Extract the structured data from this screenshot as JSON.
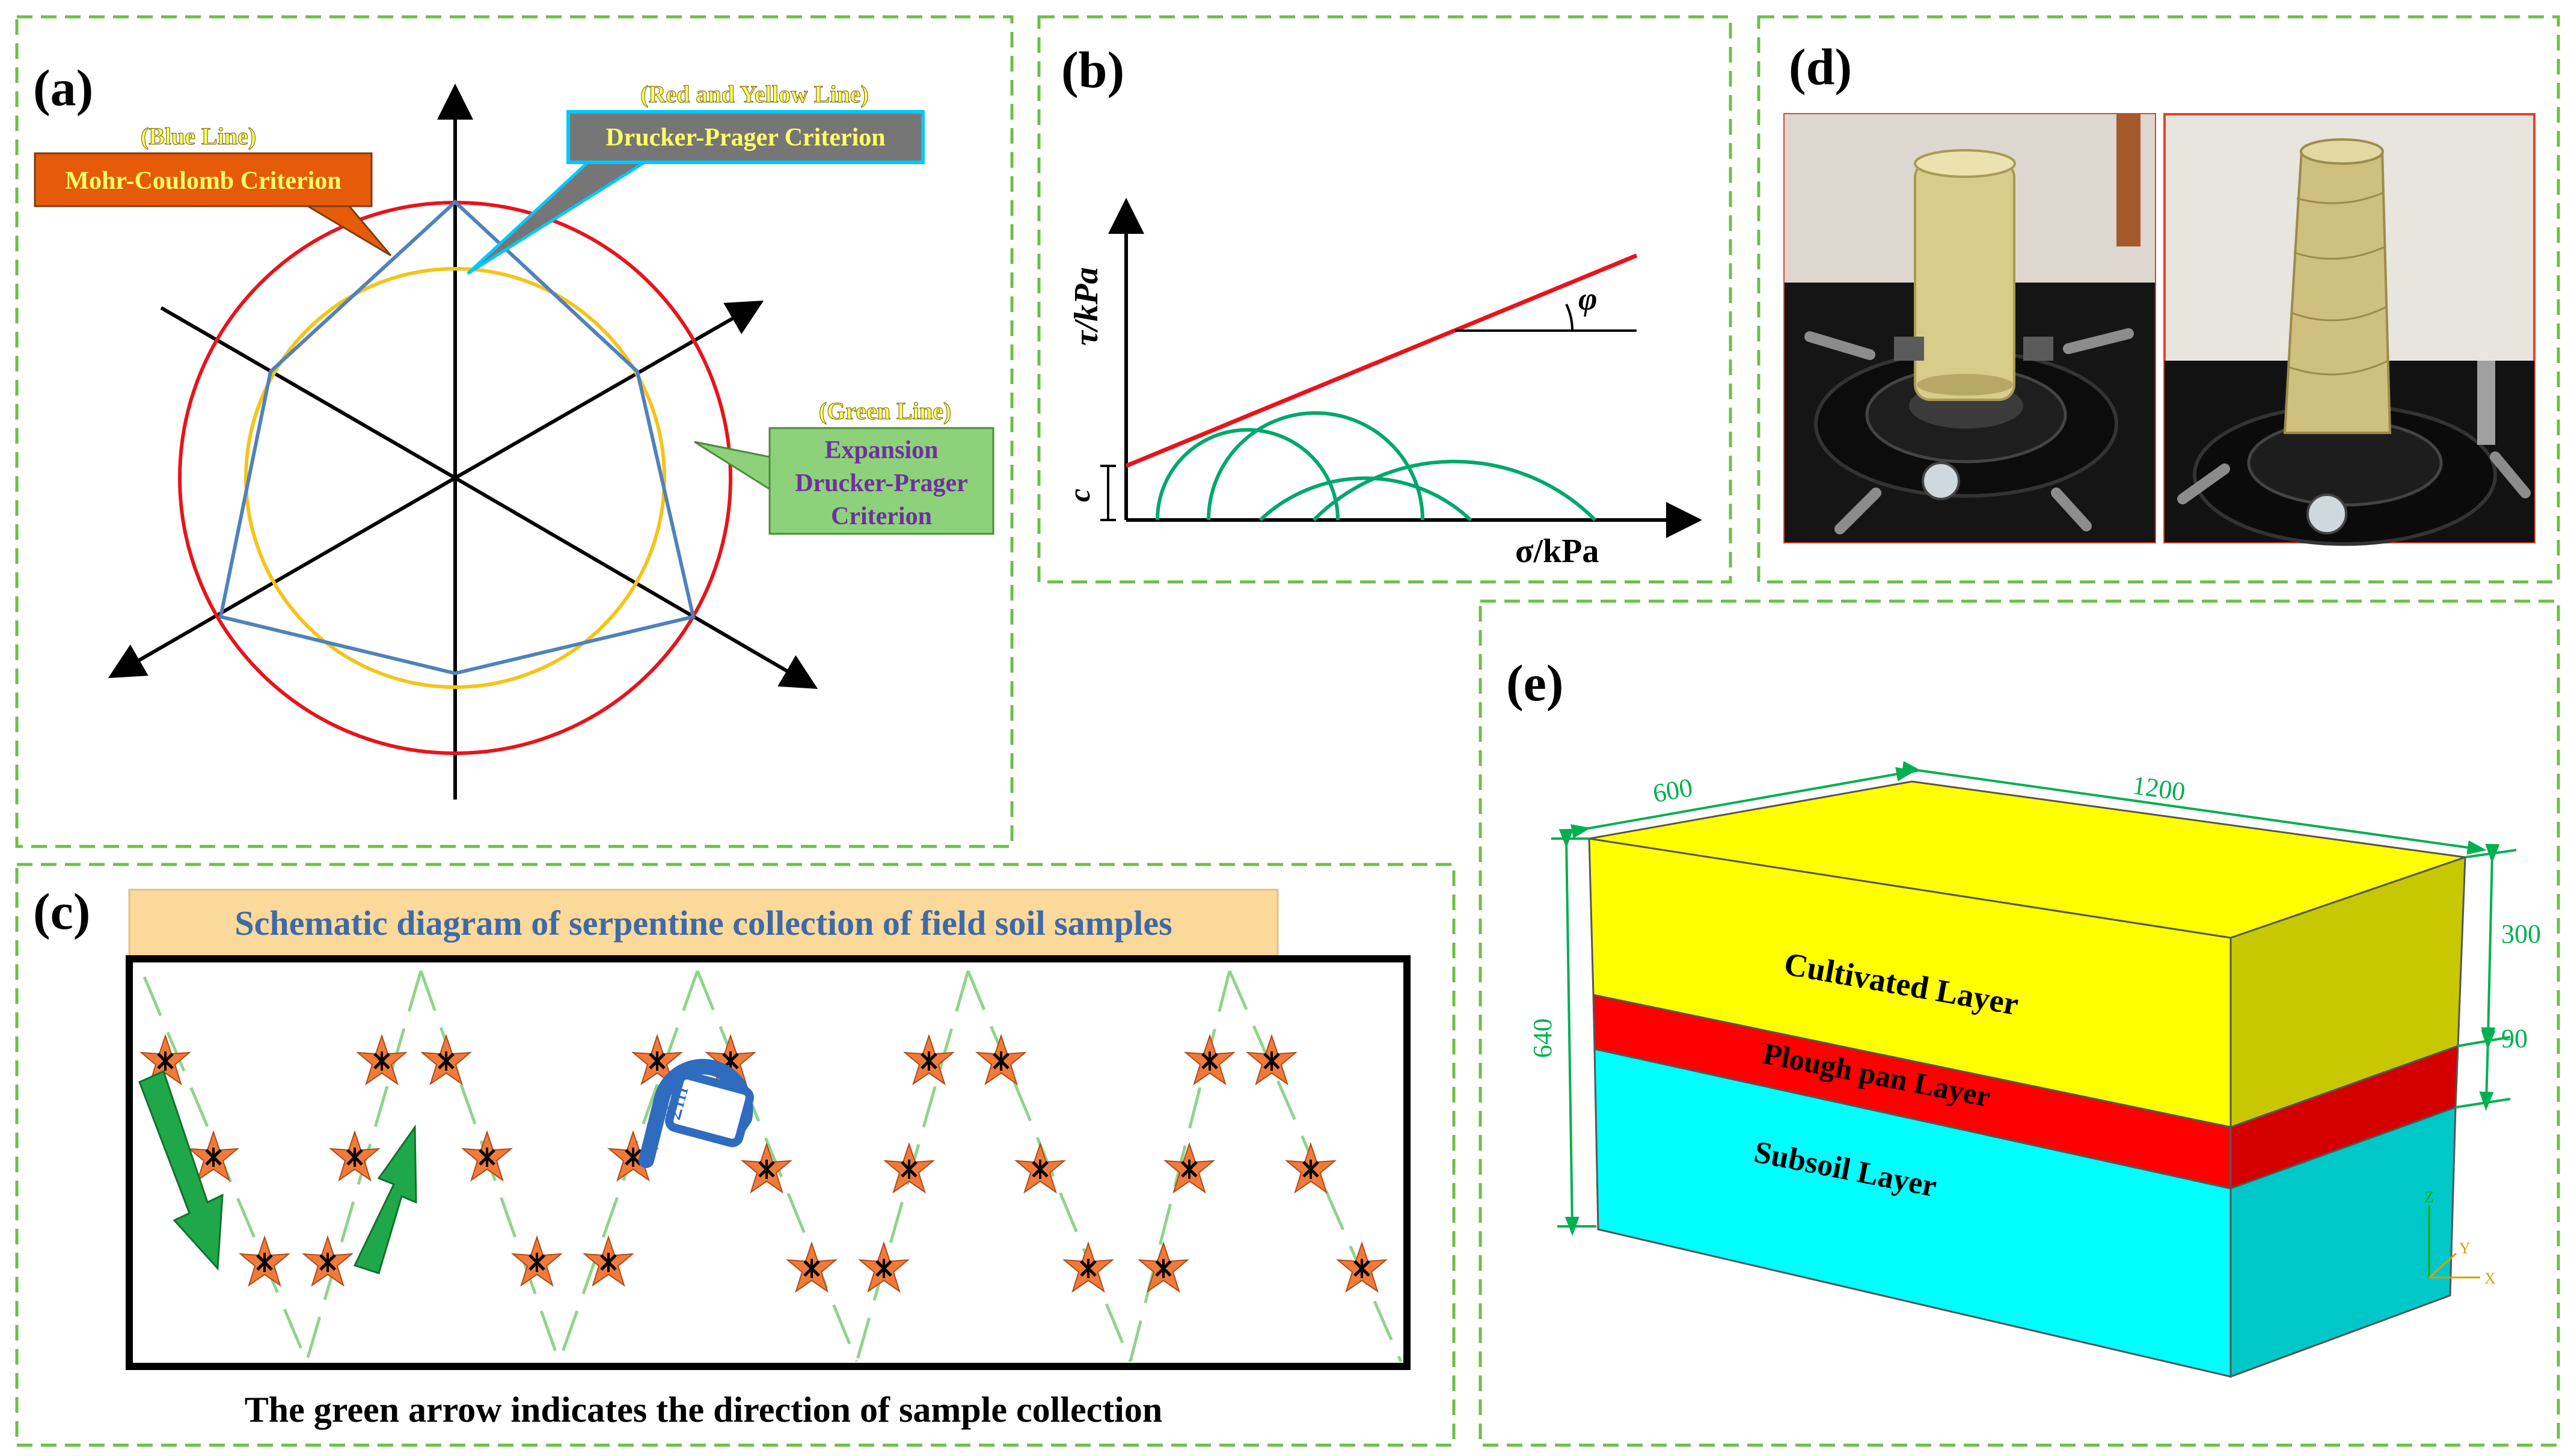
{
  "colors": {
    "panel_border": "#6cbf45",
    "red": "#e8141b",
    "blue": "#4f81bd",
    "yellow": "#f5c419",
    "green_circle": "#00a86b",
    "callout_orange": "#e65b0a",
    "callout_gray": "#767676",
    "callout_green": "#8dd17a",
    "callout_cyan": "#00c8ff",
    "callout_text_yellow": "#ffff66",
    "callout_text_purple": "#7030a0",
    "cultivated_layer": "#ffff00",
    "plough_pan_layer": "#ff0000",
    "subsoil_layer": "#00ffff",
    "dimension_green": "#00b050",
    "title_bar": "#fad99b",
    "title_text": "#3e6aa8",
    "arrow_green": "#1ea84a",
    "star_orange": "#f07a3c"
  },
  "panel_a": {
    "label": "(a)",
    "callouts": {
      "mohr_coulomb": {
        "tag": "(Blue Line)",
        "text": "Mohr-Coulomb Criterion"
      },
      "drucker_prager": {
        "tag": "(Red and Yellow Line)",
        "text": "Drucker-Prager Criterion"
      },
      "expansion_dp": {
        "tag": "(Green Line)",
        "lines": [
          "Expansion",
          "Drucker-Prager",
          "Criterion"
        ]
      }
    }
  },
  "panel_b": {
    "label": "(b)",
    "y_axis_label": "τ/kPa",
    "x_axis_label": "σ/kPa",
    "intercept_label": "c",
    "angle_label": "φ"
  },
  "panel_c": {
    "label": "(c)",
    "title": "Schematic diagram of serpentine collection of field soil samples",
    "scale_label": "2m",
    "caption": "The green arrow indicates the direction of sample collection",
    "icons": [
      "star-marker-icon",
      "arrow-down-icon",
      "arrow-up-icon",
      "scale-tape-icon"
    ]
  },
  "panel_d": {
    "label": "(d)",
    "photos": [
      "soil-sample-before-photo",
      "soil-sample-after-photo"
    ]
  },
  "panel_e": {
    "label": "(e)",
    "layers": {
      "cultivated": "Cultivated Layer",
      "plough_pan": "Plough pan Layer",
      "subsoil": "Subsoil Layer"
    },
    "dimensions": {
      "width": "600",
      "length": "1200",
      "height": "640",
      "cultivated_thickness": "300",
      "plough_pan_thickness": "90"
    },
    "axis_triad": {
      "z": "Z",
      "y": "Y",
      "x": "X"
    }
  }
}
